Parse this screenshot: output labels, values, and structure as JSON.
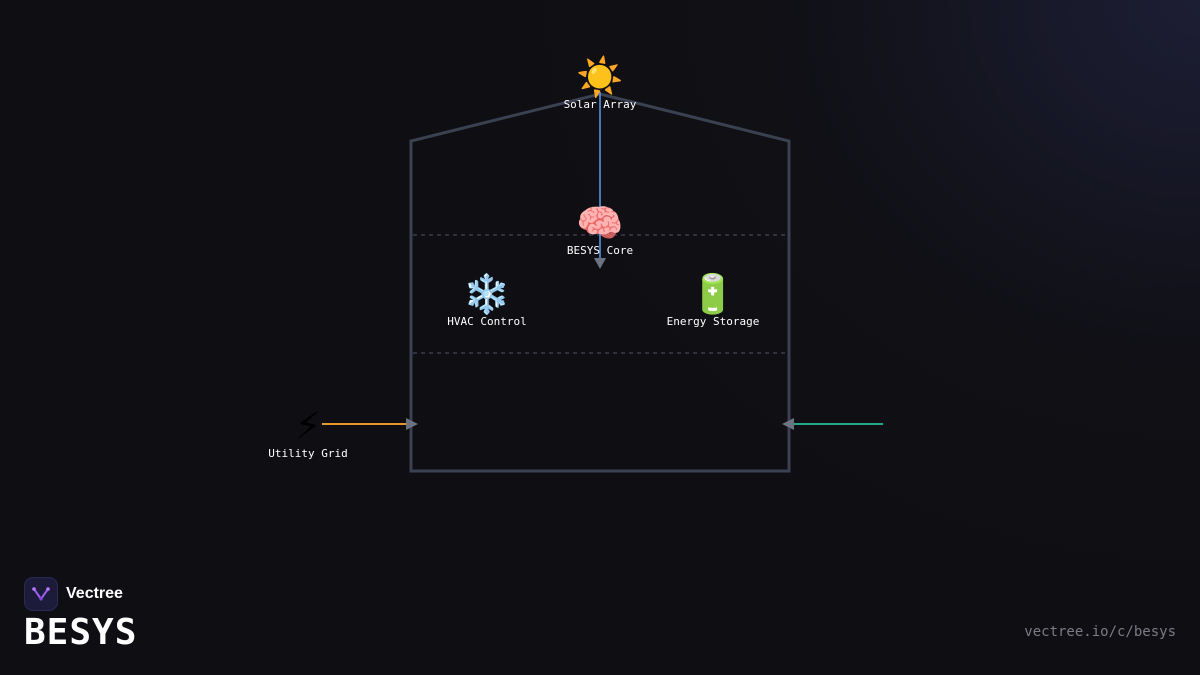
{
  "brand": {
    "company": "Vectree",
    "product": "BESYS",
    "url": "vectree.io/c/besys"
  },
  "nodes": {
    "solar": {
      "icon": "☀️",
      "label": "Solar Array"
    },
    "core": {
      "icon": "🧠",
      "label": "BESYS Core"
    },
    "hvac": {
      "icon": "❄️",
      "label": "HVAC Control"
    },
    "storage": {
      "icon": "🔋",
      "label": "Energy Storage"
    },
    "grid": {
      "icon": "⚡",
      "label": "Utility Grid"
    }
  },
  "colors": {
    "building_outline": "#3a4150",
    "divider": "#3a3f4c",
    "solar_link": "#5b9bf0",
    "grid_link": "#e8962e",
    "right_link": "#1fa88a",
    "arrowhead": "#6b7280",
    "accent_logo": "#9b5cf0"
  }
}
